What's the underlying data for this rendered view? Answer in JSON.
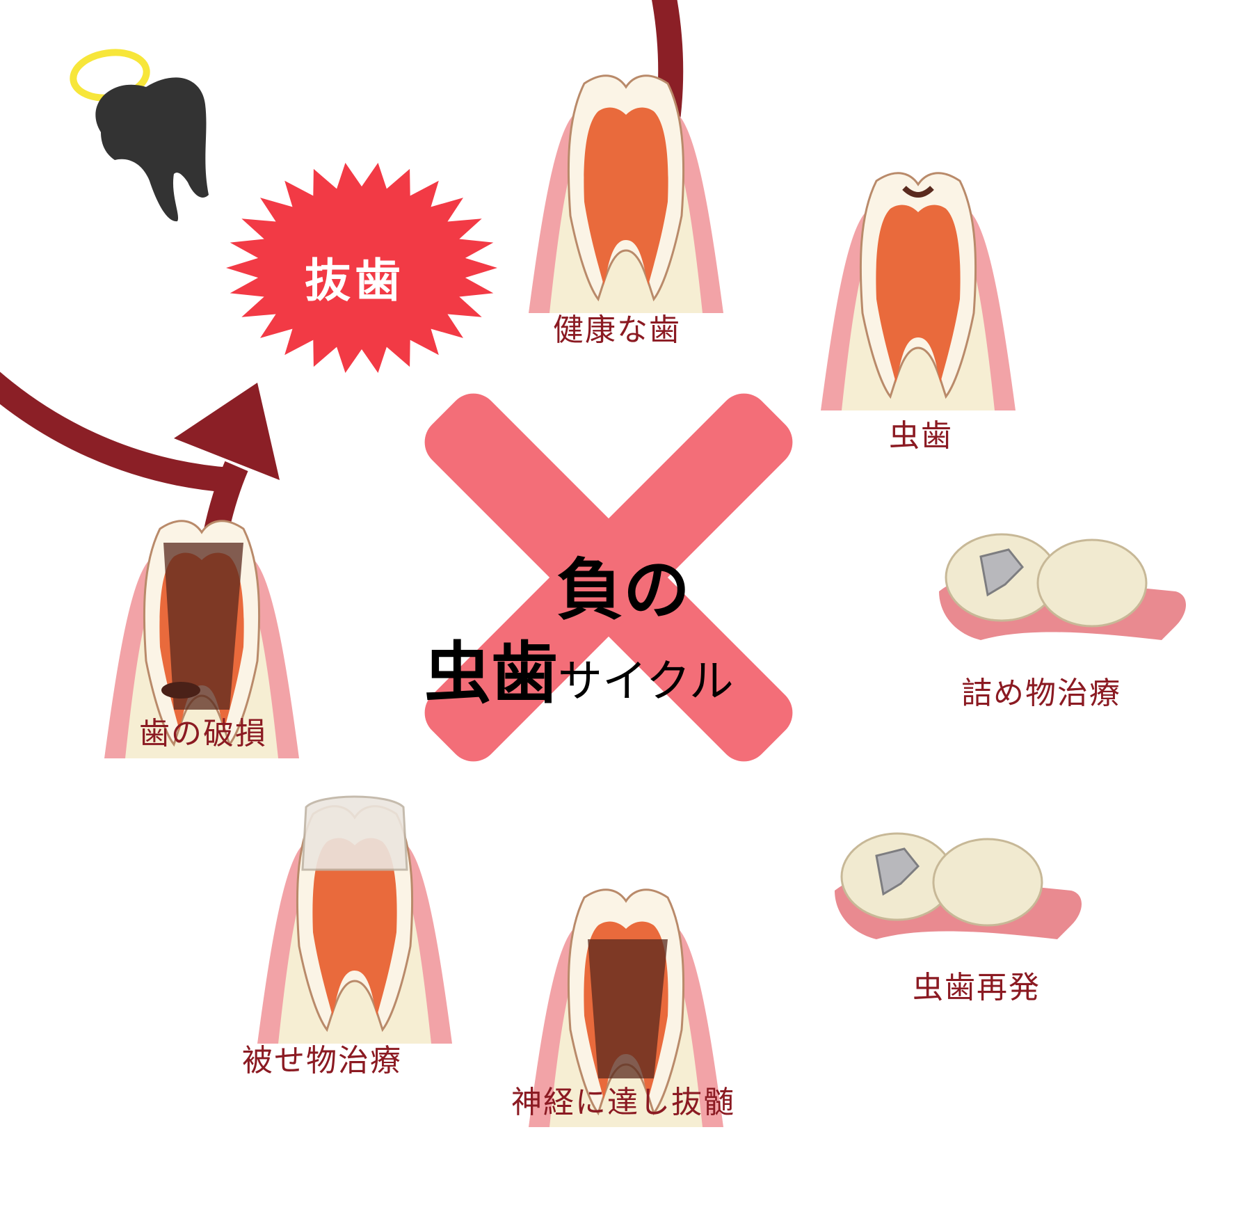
{
  "colors": {
    "cycle_ring": "#8b1f26",
    "label_text": "#8b1a22",
    "cross": "#f36e78",
    "burst": "#f23a45",
    "gum": "#f2a3a7",
    "bone": "#f6eed3",
    "enamel": "#fbf4e6",
    "pulp": "#e96a3c",
    "decay": "#5a2a1e",
    "filling": "#b8b8bc",
    "halo": "#f7e63a",
    "dead_tooth": "#333333"
  },
  "extraction": {
    "label": "抜歯"
  },
  "center": {
    "line1": "負の",
    "line2_big": "虫歯",
    "line2_small": "サイクル"
  },
  "stages": [
    {
      "label": "健康な歯",
      "icon": "healthy-tooth-icon"
    },
    {
      "label": "虫歯",
      "icon": "decayed-tooth-icon"
    },
    {
      "label": "詰め物治療",
      "icon": "filled-molars-icon"
    },
    {
      "label": "虫歯再発",
      "icon": "recurring-decay-molars-icon"
    },
    {
      "label": "神経に達し抜髄",
      "icon": "nerve-removal-tooth-icon"
    },
    {
      "label": "被せ物治療",
      "icon": "crowned-tooth-icon"
    },
    {
      "label": "歯の破損",
      "icon": "broken-tooth-icon"
    }
  ]
}
